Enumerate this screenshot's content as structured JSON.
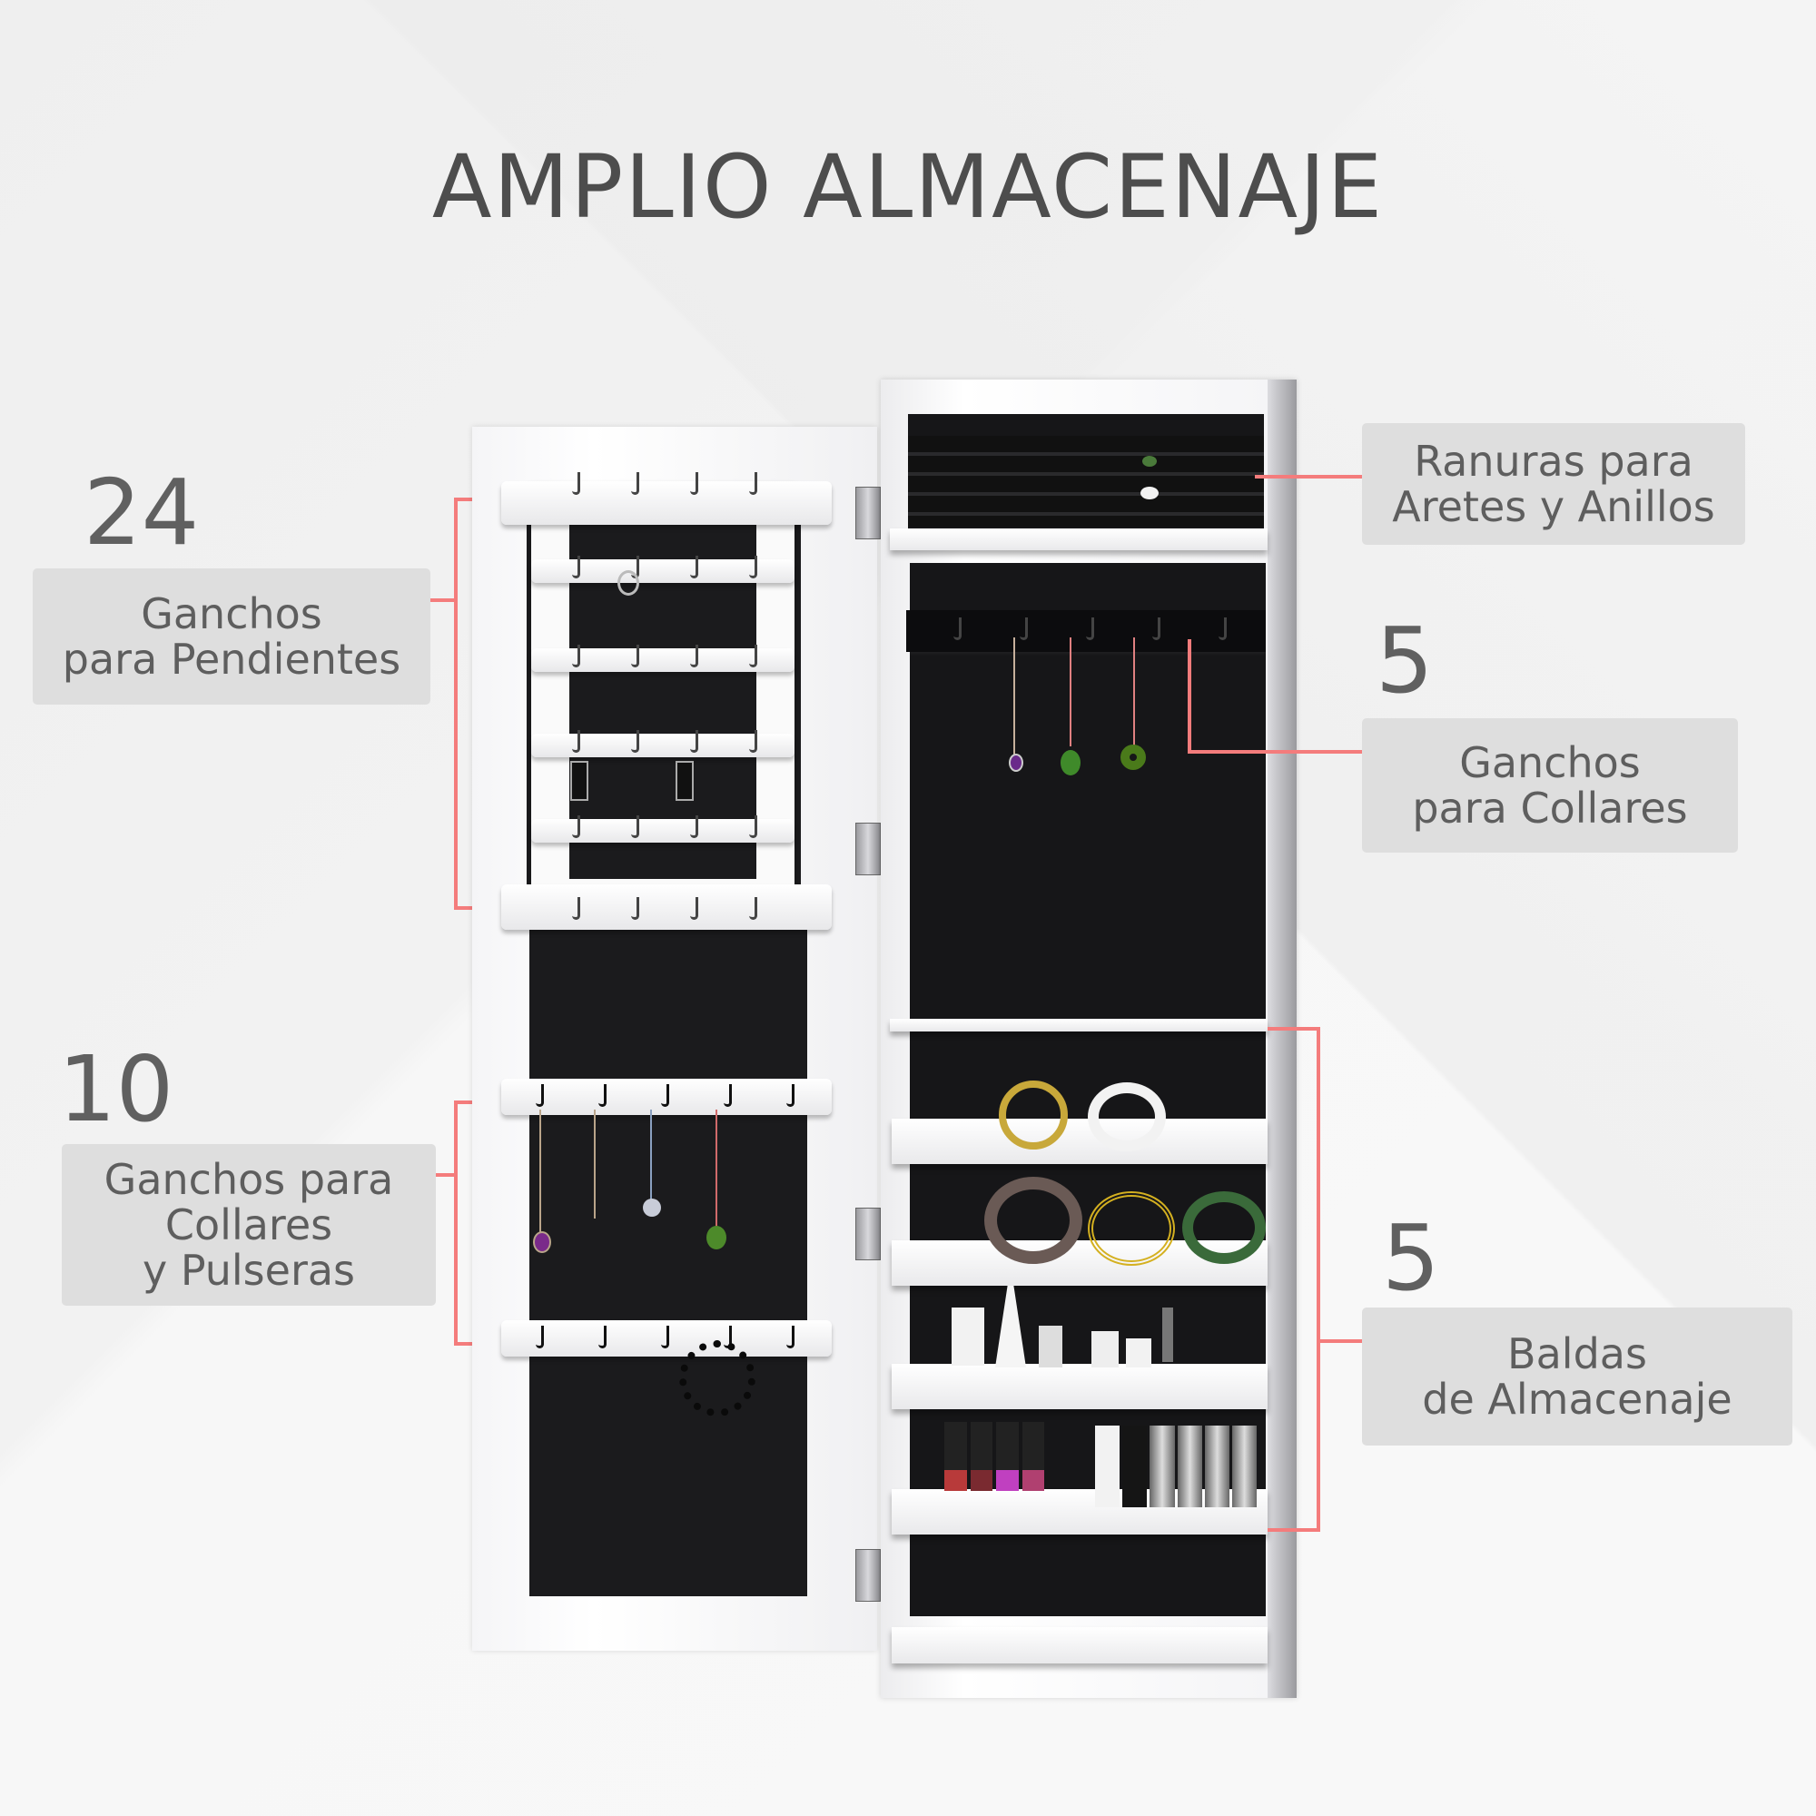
{
  "title": "AMPLIO ALMACENAJE",
  "callouts": {
    "earring_hooks": {
      "count": "24",
      "line1": "Ganchos",
      "line2": "para Pendientes"
    },
    "necklace_bracelet_hooks": {
      "count": "10",
      "line1": "Ganchos para",
      "line2": "Collares",
      "line3": "y Pulseras"
    },
    "ring_slots": {
      "line1": "Ranuras para",
      "line2": "Aretes y Anillos"
    },
    "necklace_hooks": {
      "count": "5",
      "line1": "Ganchos",
      "line2": "para Collares"
    },
    "storage_shelves": {
      "count": "5",
      "line1": "Baldas",
      "line2": "de Almacenaje"
    }
  },
  "colors": {
    "accent_line": "#f47c7c",
    "label_bg": "#dedede",
    "text": "#5e5e5e",
    "cabinet_interior": "#161618"
  }
}
